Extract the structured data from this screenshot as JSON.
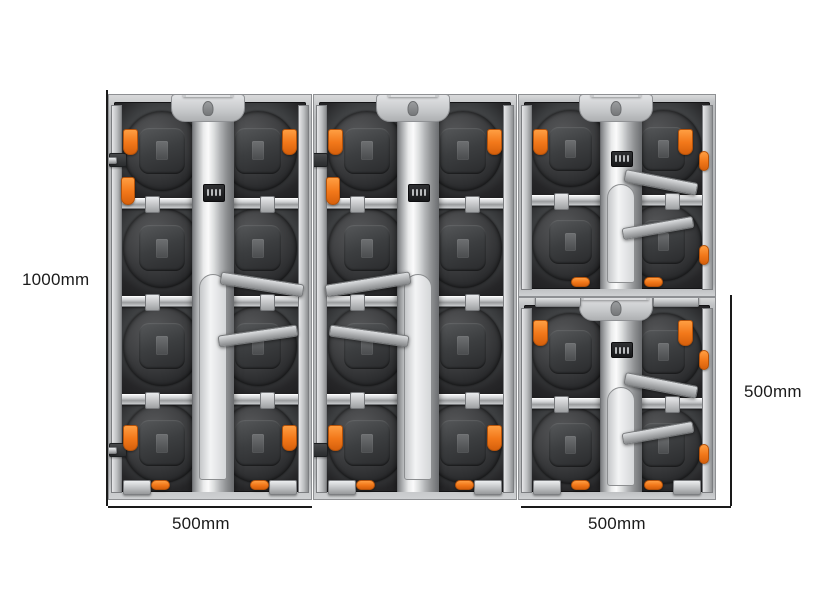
{
  "image": {
    "subject": "Modular LED display cabinet assembly",
    "background_color": "#ffffff"
  },
  "dimensions": {
    "height_overall": "1000mm",
    "height_right_module": "500mm",
    "width_left_module": "500mm",
    "width_right_module": "500mm",
    "line_color": "#1a1a1a",
    "text_color": "#1b1b1b"
  },
  "palette": {
    "accent_orange": "#f2781a",
    "metal_light": "#e9eaeb",
    "metal_mid": "#b4b6b8",
    "module_dark": "#2c2d2f",
    "frame_dark": "#2b2b2d"
  },
  "cabinets": [
    {
      "id": "left",
      "size": "500x1000",
      "handle": true
    },
    {
      "id": "middle",
      "size": "500x1000",
      "handle": true
    },
    {
      "id": "right-top",
      "size": "500x500",
      "handle": true
    },
    {
      "id": "right-bottom",
      "size": "500x500",
      "handle": true
    }
  ],
  "labels": {
    "overall_height": "1000mm",
    "right_height": "500mm",
    "left_width": "500mm",
    "right_width": "500mm"
  }
}
